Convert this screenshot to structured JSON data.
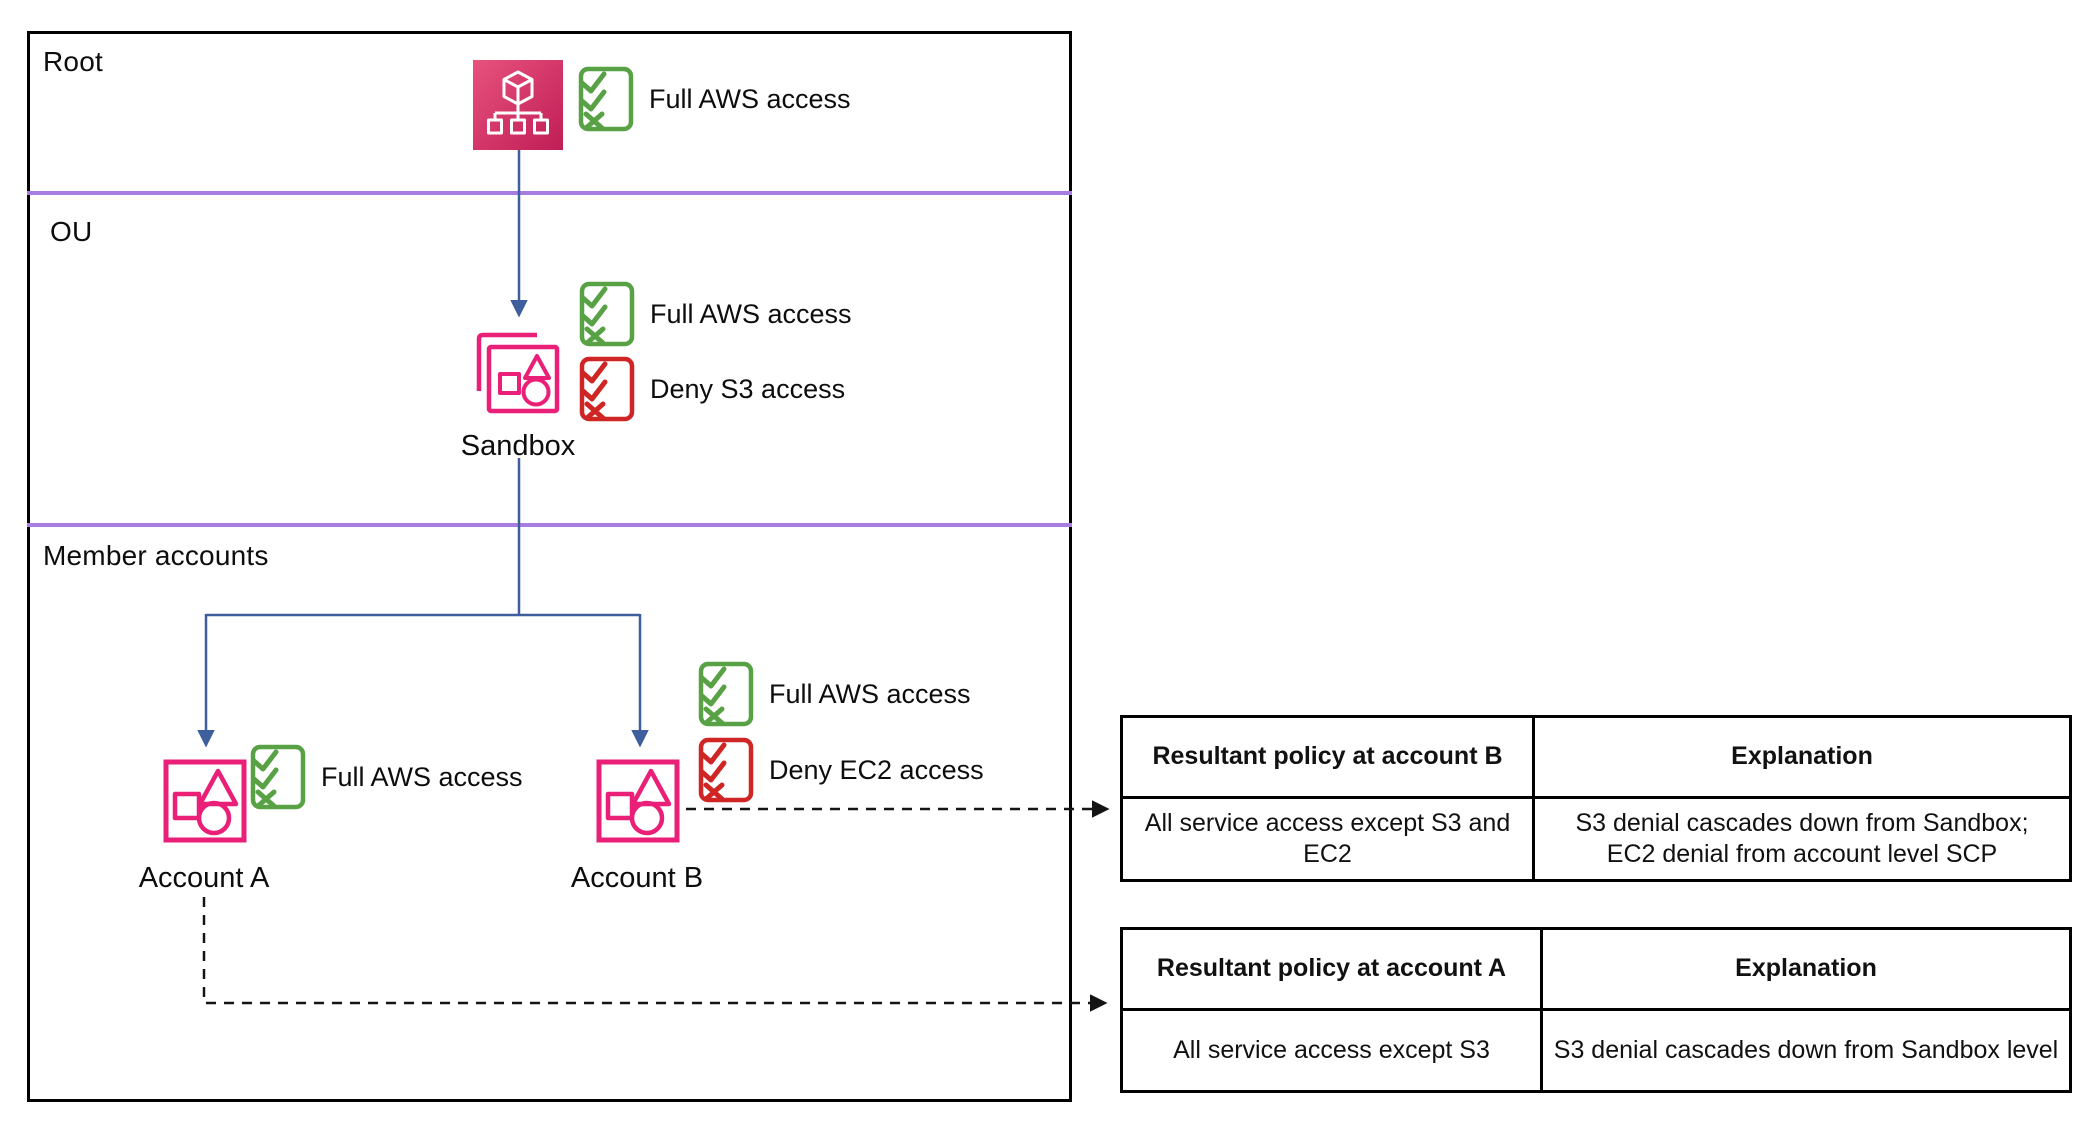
{
  "colors": {
    "pink": "#e91f78",
    "allow_green": "#58a245",
    "deny_red": "#d02525",
    "connector_blue": "#3e5e9d",
    "lane_purple": "#a87de0",
    "border_black": "#000000"
  },
  "sections": {
    "root_label": "Root",
    "ou_label": "OU",
    "member_label": "Member accounts"
  },
  "nodes": {
    "root": {
      "icon": "aws-organizations-root-icon",
      "policies": [
        {
          "type": "allow",
          "label": "Full AWS access"
        }
      ]
    },
    "sandbox": {
      "label": "Sandbox",
      "icon": "organizational-unit-icon",
      "policies": [
        {
          "type": "allow",
          "label": "Full AWS access"
        },
        {
          "type": "deny",
          "label": "Deny S3 access"
        }
      ]
    },
    "account_a": {
      "label": "Account A",
      "icon": "aws-account-icon",
      "policies": [
        {
          "type": "allow",
          "label": "Full AWS access"
        }
      ]
    },
    "account_b": {
      "label": "Account B",
      "icon": "aws-account-icon",
      "policies": [
        {
          "type": "allow",
          "label": "Full AWS access"
        },
        {
          "type": "deny",
          "label": "Deny EC2 access"
        }
      ]
    }
  },
  "tables": {
    "account_b": {
      "headers": [
        "Resultant policy at account B",
        "Explanation"
      ],
      "rows": [
        [
          "All service access except S3 and\nEC2",
          "S3 denial cascades down from Sandbox;\nEC2 denial from account level SCP"
        ]
      ]
    },
    "account_a": {
      "headers": [
        "Resultant policy at account A",
        "Explanation"
      ],
      "rows": [
        [
          "All service access except S3",
          "S3 denial cascades down from Sandbox level"
        ]
      ]
    }
  }
}
